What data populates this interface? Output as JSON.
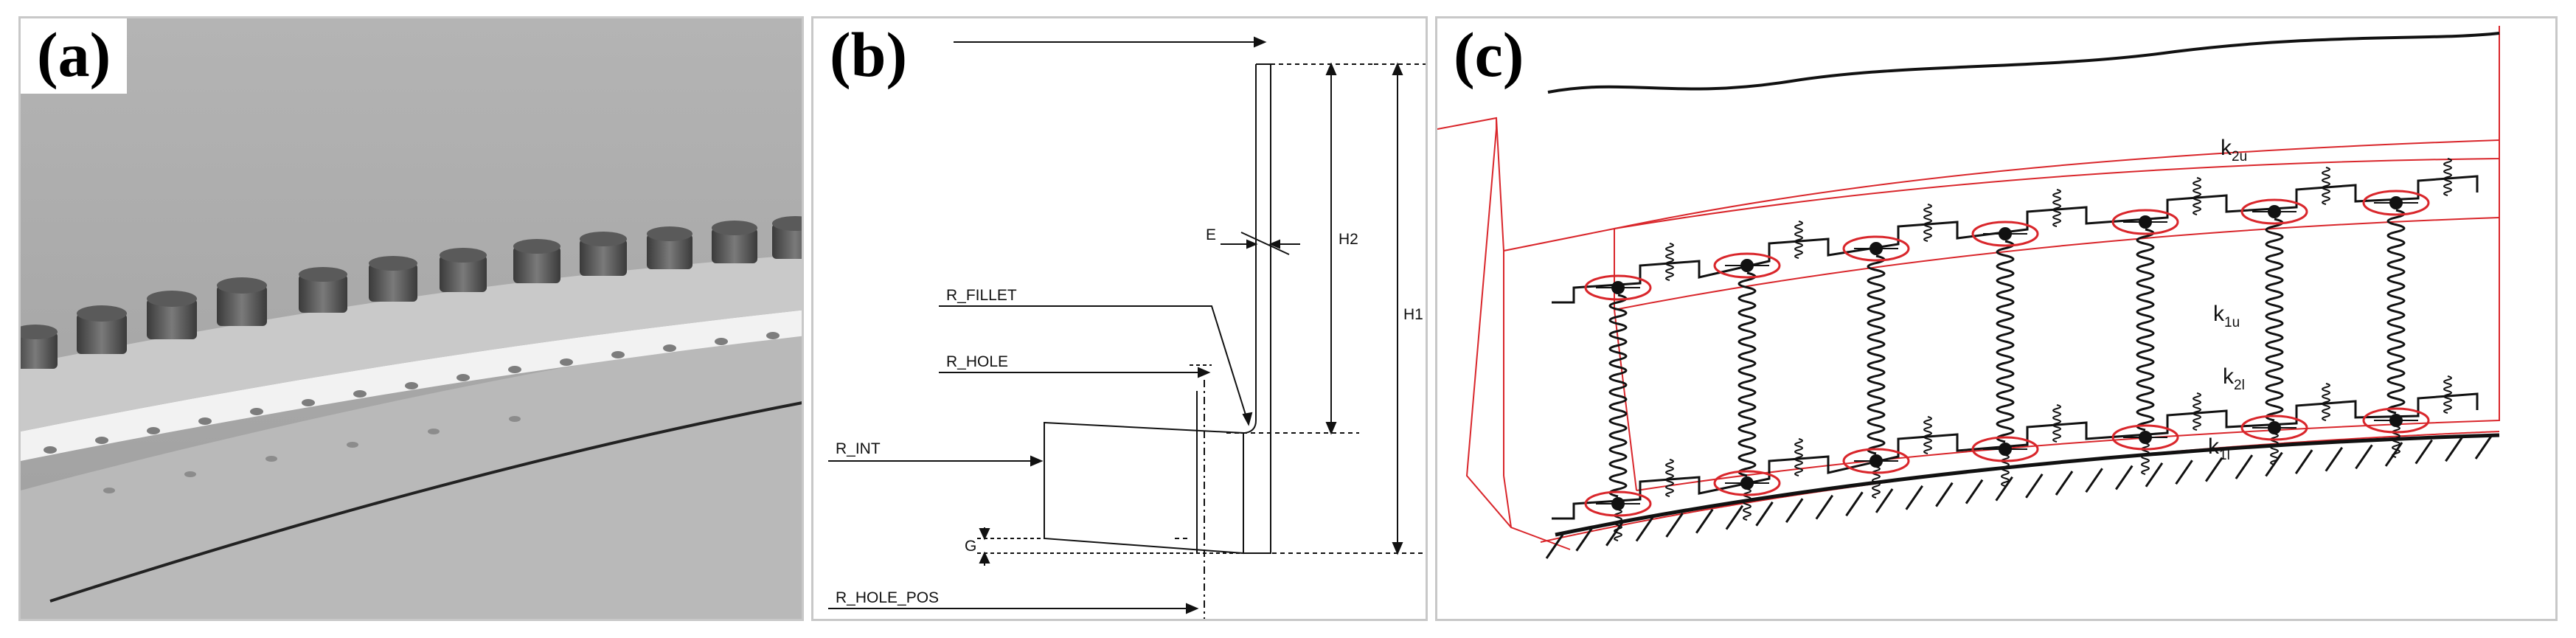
{
  "panels": {
    "a": {
      "label": "(a)"
    },
    "b": {
      "label": "(b)",
      "dimensions": {
        "E": "E",
        "H2": "H2",
        "H1": "H1",
        "R_FILLET": "R_FILLET",
        "R_HOLE": "R_HOLE",
        "R_INT": "R_INT",
        "G": "G",
        "R_HOLE_POS": "R_HOLE_POS"
      }
    },
    "c": {
      "label": "(c)",
      "springs": {
        "k2u": {
          "base": "k",
          "sub": "2u"
        },
        "k1u": {
          "base": "k",
          "sub": "1u"
        },
        "k2l": {
          "base": "k",
          "sub": "2l"
        },
        "k1l": {
          "base": "k",
          "sub": "1l"
        }
      }
    }
  },
  "colors": {
    "frame": "#c8c8c8",
    "red_lines": "#d9262b",
    "ink": "#111111",
    "photo_bg": "#a8a8a8"
  }
}
